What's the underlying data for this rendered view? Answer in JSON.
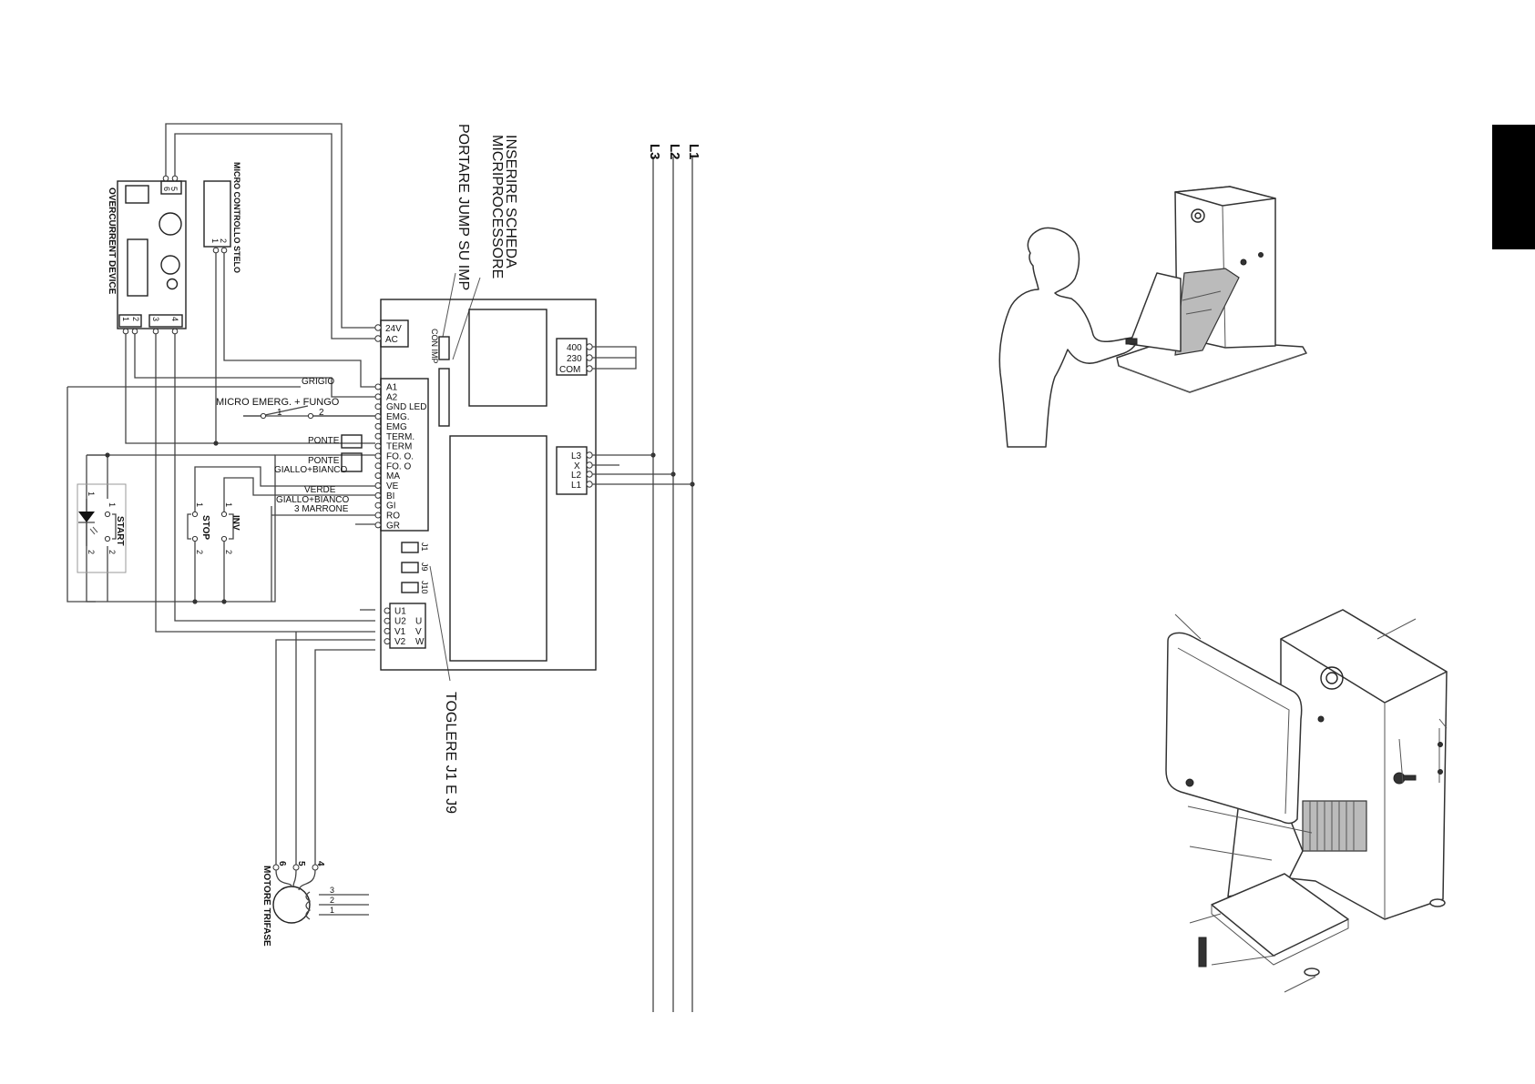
{
  "diagram": {
    "phases": [
      "L1",
      "L2",
      "L3"
    ],
    "notes": {
      "insert_board": [
        "INSERIRE SCHEDA",
        "MICRIPROCESSORE"
      ],
      "jump": "PORTARE JUMP SU IMP",
      "remove_jumpers": "TOGLERE J1 E J9"
    },
    "overcurrent_device": {
      "label": "OVERCURRENT DEVICE",
      "terminals": [
        "5",
        "6",
        "1",
        "2",
        "3",
        "4"
      ]
    },
    "micro_control": {
      "label": "MICRO CONTROLLO STELO",
      "terminals": [
        "2",
        "1"
      ]
    },
    "supply_terminals": [
      "24V",
      "AC"
    ],
    "jump_label": "CON IMP",
    "voltage_terminals": [
      "400",
      "230",
      "COM"
    ],
    "line_terminals": [
      "L3",
      "X",
      "L2",
      "L1"
    ],
    "control_terminals": [
      "A1",
      "A2",
      "GND LED",
      "EMG.",
      "EMG",
      "TERM.",
      "TERM",
      "FO. O.",
      "FO. O",
      "MA",
      "VE",
      "BI",
      "GI",
      "RO",
      "GR"
    ],
    "wire_labels": {
      "grigio": "GRIGIO",
      "emergency": "MICRO EMERG. + FUNGO",
      "ponte": "PONTE",
      "giallo_bianco": "GIALLO+BIANCO",
      "verde": "VERDE",
      "marrone": "3 MARRONE"
    },
    "emergency_contacts": [
      "1",
      "2"
    ],
    "jumpers": [
      "J1",
      "J9",
      "J10"
    ],
    "motor_terminals": [
      {
        "name": "U1",
        "phase": ""
      },
      {
        "name": "U2",
        "phase": "U"
      },
      {
        "name": "V1",
        "phase": "V"
      },
      {
        "name": "V2",
        "phase": "W"
      }
    ],
    "motor": {
      "label": "MOTORE TRIFASE",
      "terminals": [
        "6",
        "5",
        "4"
      ],
      "windings": [
        "3",
        "2",
        "1"
      ]
    },
    "buttons": {
      "start": "START",
      "stop": "STOP",
      "inv": "INV",
      "pins": [
        "1",
        "2"
      ]
    }
  }
}
